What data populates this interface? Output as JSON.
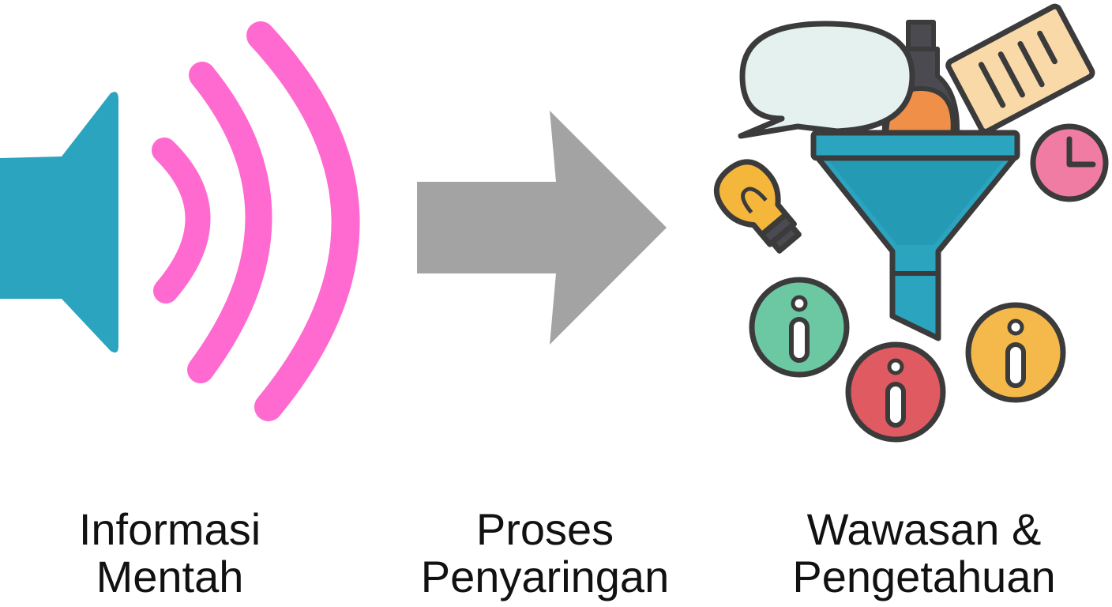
{
  "captions": {
    "raw_information": [
      "Informasi",
      "Mentah"
    ],
    "filtering_process": [
      "Proses",
      "Penyaringan"
    ],
    "insight_knowledge": [
      "Wawasan &",
      "Pengetahuan"
    ]
  },
  "colors": {
    "speaker": "#2aa4bf",
    "sound_waves": "#ff6ad0",
    "arrow": "#a3a3a3",
    "funnel": "#2aa4bf",
    "outline": "#3b3b3b",
    "speech_bubble": "#e4f1ef",
    "document": "#f9d9a8",
    "bottle": "#4a4a50",
    "orange_blob": "#f09048",
    "bulb": "#f5b63c",
    "clock": "#f07ca4",
    "info_green": "#6bc8a2",
    "info_red": "#e05a62",
    "info_yellow": "#f5b84a"
  },
  "icons": [
    "speaker-icon",
    "sound-waves-icon",
    "right-arrow-icon",
    "funnel-icon",
    "speech-bubble-icon",
    "document-icon",
    "bottle-icon",
    "lightbulb-icon",
    "clock-icon",
    "info-icon"
  ]
}
